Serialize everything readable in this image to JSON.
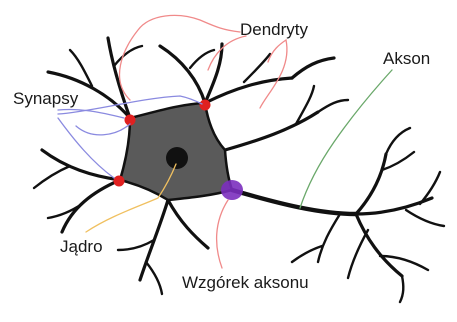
{
  "labels": {
    "dendrites": "Dendryty",
    "axon": "Akson",
    "synapses": "Synapsy",
    "nucleus": "Jądro",
    "axon_hillock": "Wzgórek aksonu"
  },
  "colors": {
    "soma": "#5a5a5a",
    "nucleus": "#111111",
    "synapse": "#e02020",
    "axon_hillock": "#7b2fbe",
    "dendrite_pointer": "#f08a8a",
    "axon_pointer": "#6aa86a",
    "synapse_pointer": "#8a8ae0",
    "nucleus_pointer": "#f0c060",
    "hillock_pointer": "#f08a8a",
    "outline": "#111111"
  }
}
